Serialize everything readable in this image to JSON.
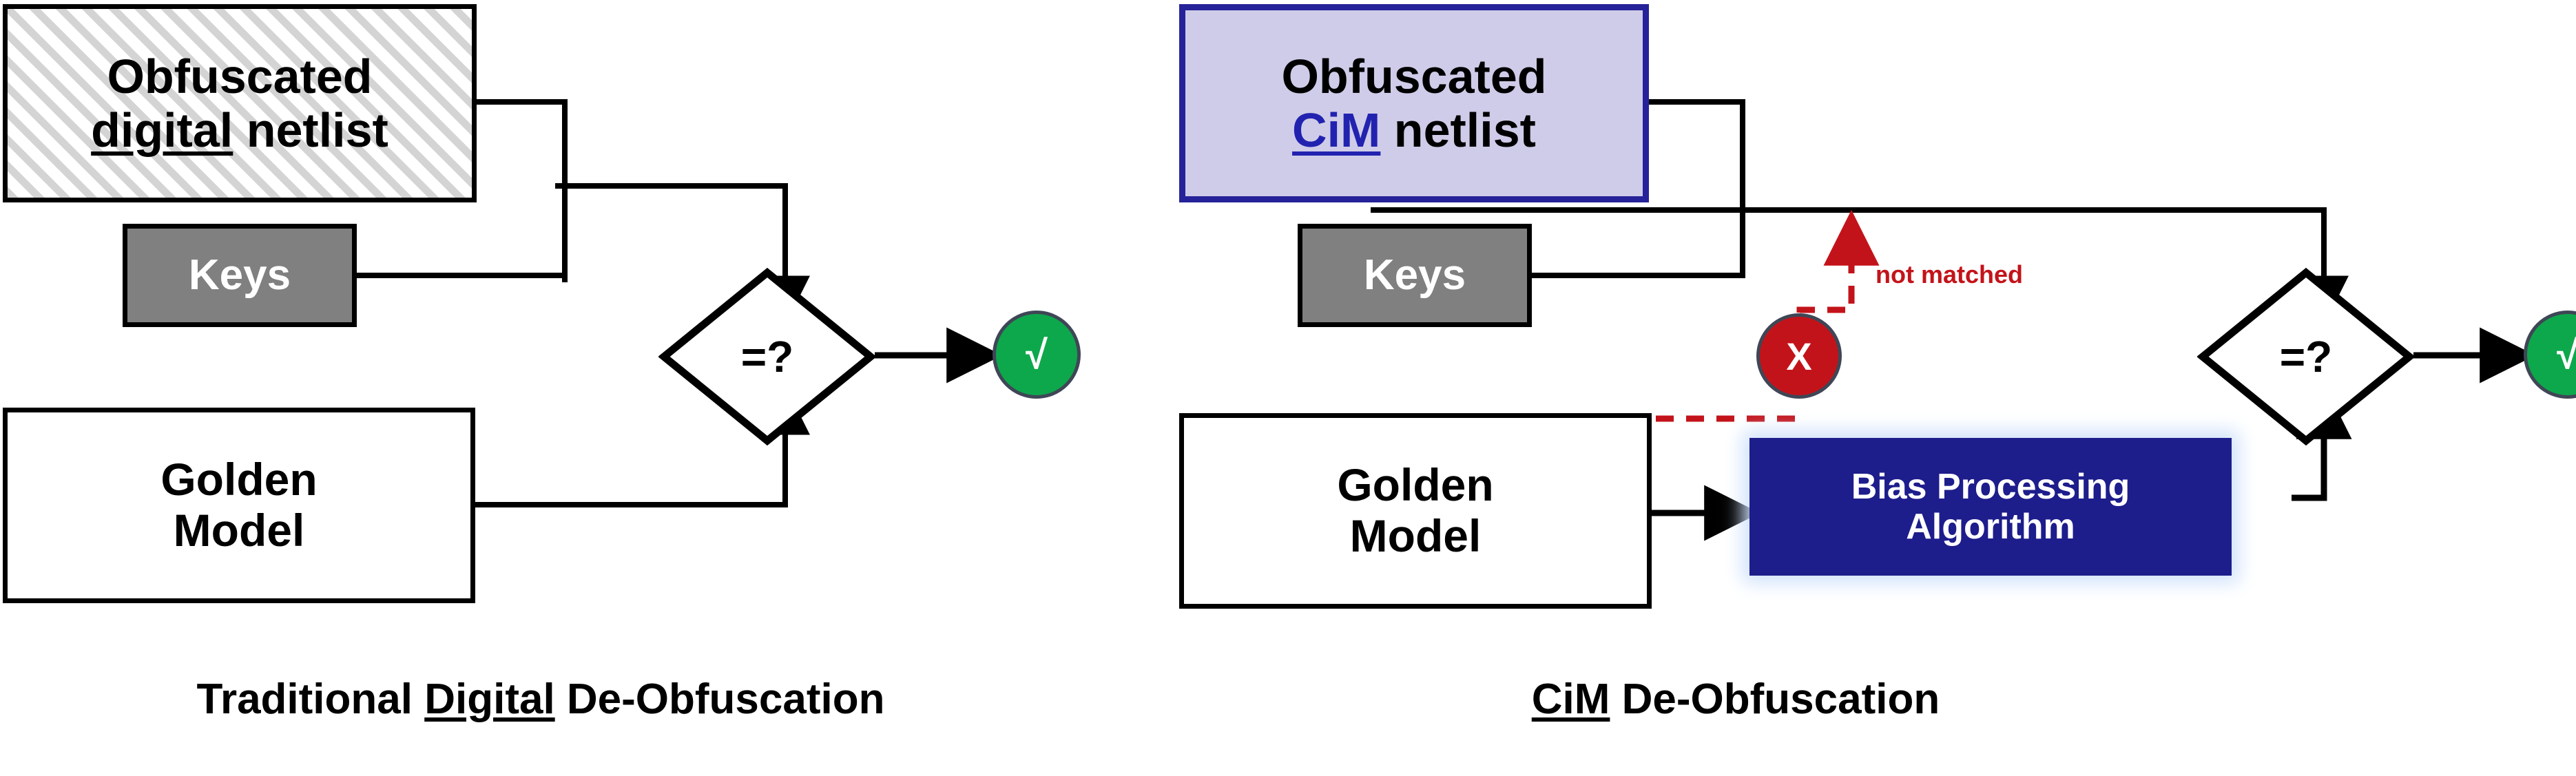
{
  "diagram": {
    "title_semantic": "de-obfuscation-comparison",
    "colors": {
      "cim_border": "#262299",
      "cim_fill": "#cfcce9",
      "cim_accent_text": "#2222b0",
      "keys_fill": "#808080",
      "bias_fill": "#1d1d8c",
      "bias_glow": "#cfe1fb",
      "ok_green": "#0da84b",
      "fail_red": "#c3131a",
      "circle_stroke": "#3f4656",
      "hatch_gray": "#d4d4d4",
      "wire_black": "#000000",
      "dashed_red": "#c3131a"
    }
  },
  "left_panel": {
    "caption_prefix": "Traditional ",
    "caption_highlight": "Digital",
    "caption_suffix": " De-Obfuscation",
    "netlist": {
      "line1": "Obfuscated",
      "line2_highlight": "digital",
      "line2_rest": " netlist"
    },
    "keys_label": "Keys",
    "golden": {
      "line1": "Golden",
      "line2": "Model"
    },
    "compare_label": "=?",
    "result_label": "√"
  },
  "right_panel": {
    "caption_highlight": "CiM",
    "caption_suffix": " De-Obfuscation",
    "netlist": {
      "line1": "Obfuscated",
      "line2_highlight": "CiM",
      "line2_rest": " netlist"
    },
    "keys_label": "Keys",
    "golden": {
      "line1": "Golden",
      "line2": "Model"
    },
    "fail_label": "X",
    "not_matched_label": "not matched",
    "bias": {
      "line1": "Bias Processing",
      "line2": "Algorithm"
    },
    "compare_label": "=?",
    "result_label": "√"
  }
}
